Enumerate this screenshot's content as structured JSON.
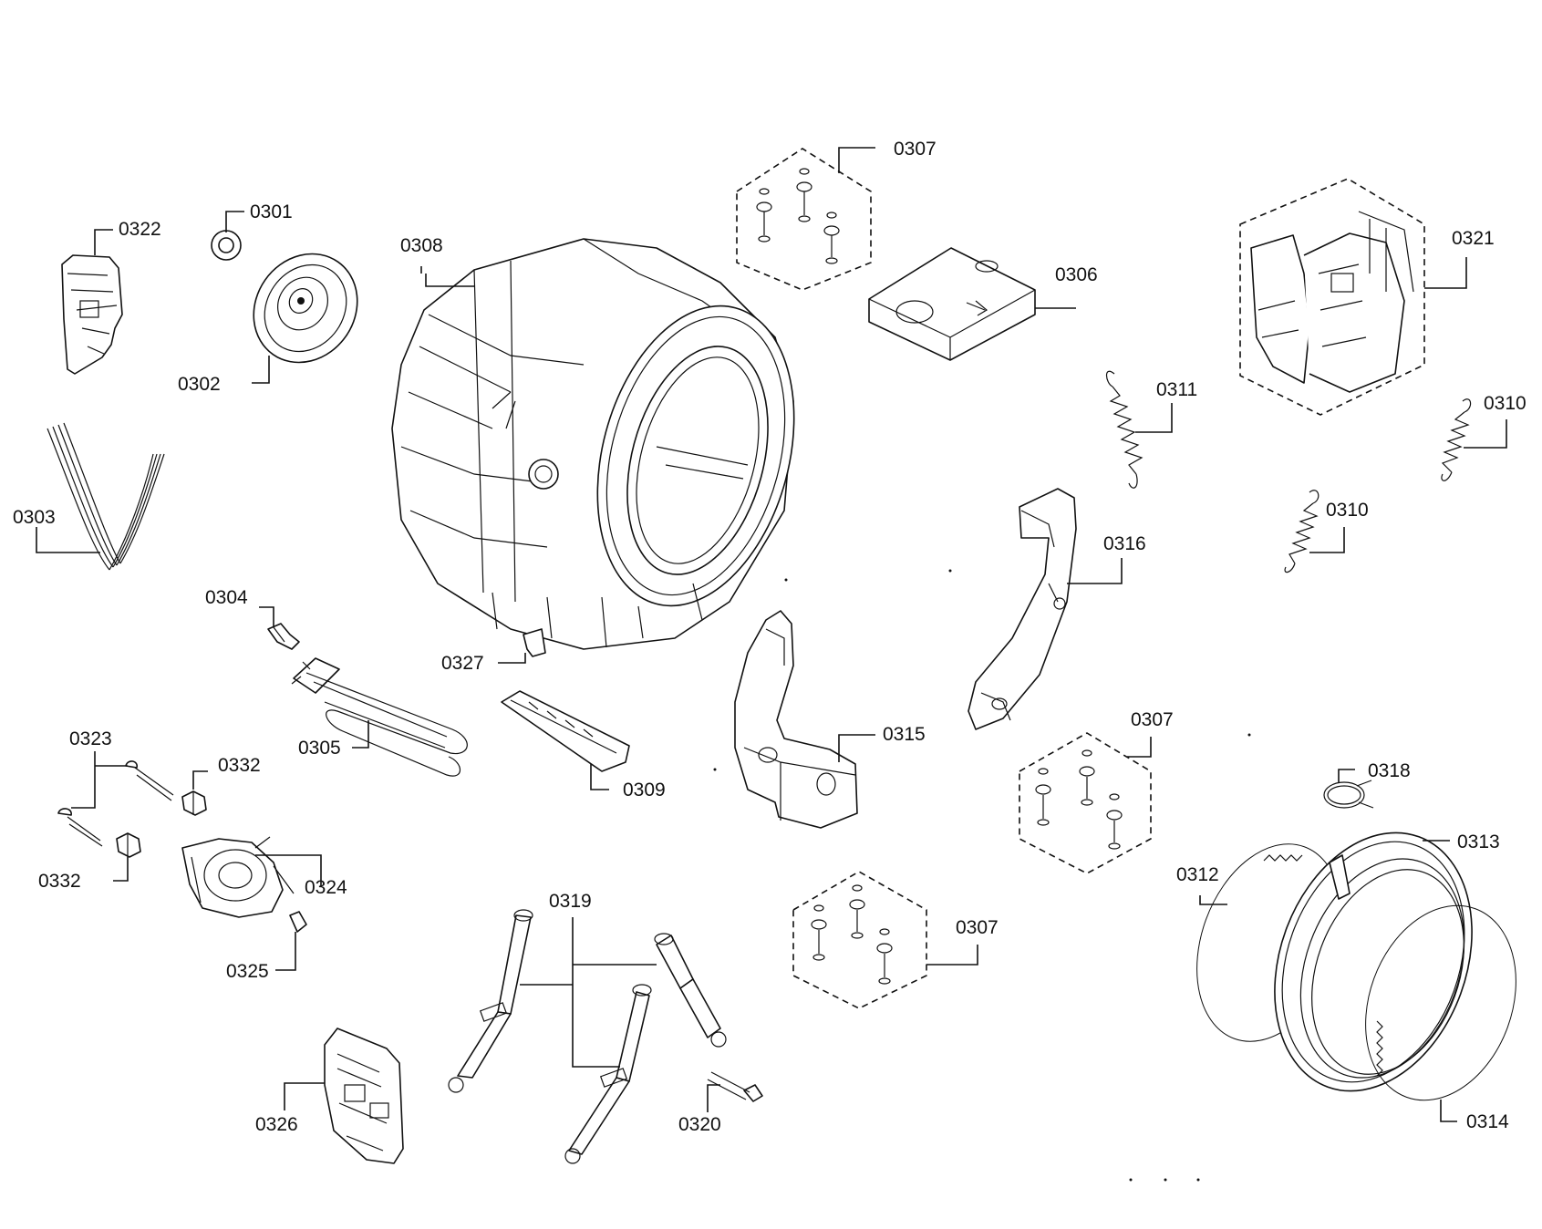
{
  "labels": {
    "p0301": "0301",
    "p0302": "0302",
    "p0303": "0303",
    "p0304": "0304",
    "p0305": "0305",
    "p0306": "0306",
    "p0307a": "0307",
    "p0307b": "0307",
    "p0307c": "0307",
    "p0308": "0308",
    "p0309": "0309",
    "p0310a": "0310",
    "p0310b": "0310",
    "p0311": "0311",
    "p0312": "0312",
    "p0313": "0313",
    "p0314": "0314",
    "p0315": "0315",
    "p0316": "0316",
    "p0318": "0318",
    "p0319": "0319",
    "p0320": "0320",
    "p0321": "0321",
    "p0322": "0322",
    "p0323": "0323",
    "p0324": "0324",
    "p0325": "0325",
    "p0326": "0326",
    "p0327": "0327",
    "p0332a": "0332",
    "p0332b": "0332"
  }
}
